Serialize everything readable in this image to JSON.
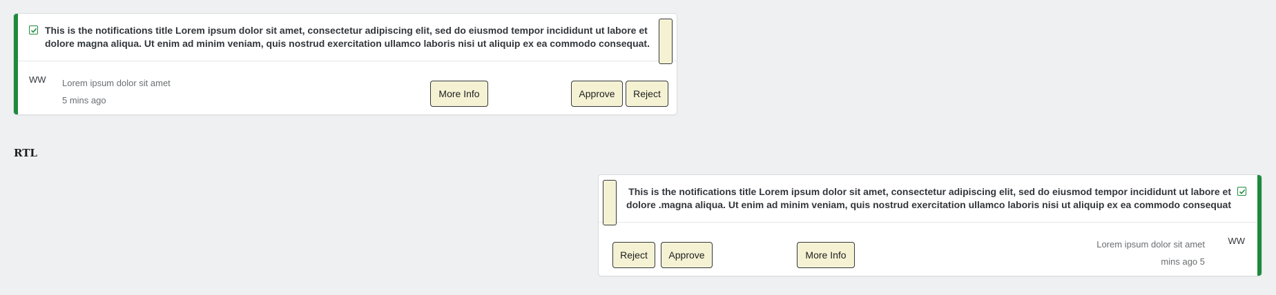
{
  "colors": {
    "background": "#eef0f1",
    "card": "#ffffff",
    "success_accent": "#1c8a3b",
    "button_fill": "#f5f2d4",
    "text": "#32363a",
    "muted_text": "#6a6d70"
  },
  "ltr_notification": {
    "status_icon": "checkbox-check-icon",
    "title": "This is the notifications title Lorem ipsum dolor sit amet, consectetur adipiscing elit, sed do eiusmod tempor incididunt ut labore et dolore magna aliqua. Ut enim ad minim veniam, quis nostrud exercitation ullamco laboris nisi ut aliquip ex ea commodo consequat.",
    "avatar_initials": "WW",
    "description": "Lorem ipsum dolor sit amet",
    "timestamp": "5 mins ago",
    "more_info_label": "More Info",
    "approve_label": "Approve",
    "reject_label": "Reject"
  },
  "section_label": "RTL",
  "rtl_notification": {
    "status_icon": "checkbox-check-icon",
    "title": "This is the notifications title Lorem ipsum dolor sit amet, consectetur adipiscing elit, sed do eiusmod tempor incididunt ut labore et dolore .magna aliqua. Ut enim ad minim veniam, quis nostrud exercitation ullamco laboris nisi ut aliquip ex ea commodo consequat",
    "avatar_initials": "WW",
    "description": "Lorem ipsum dolor sit amet",
    "timestamp": "mins ago 5",
    "more_info_label": "More Info",
    "approve_label": "Approve",
    "reject_label": "Reject"
  }
}
